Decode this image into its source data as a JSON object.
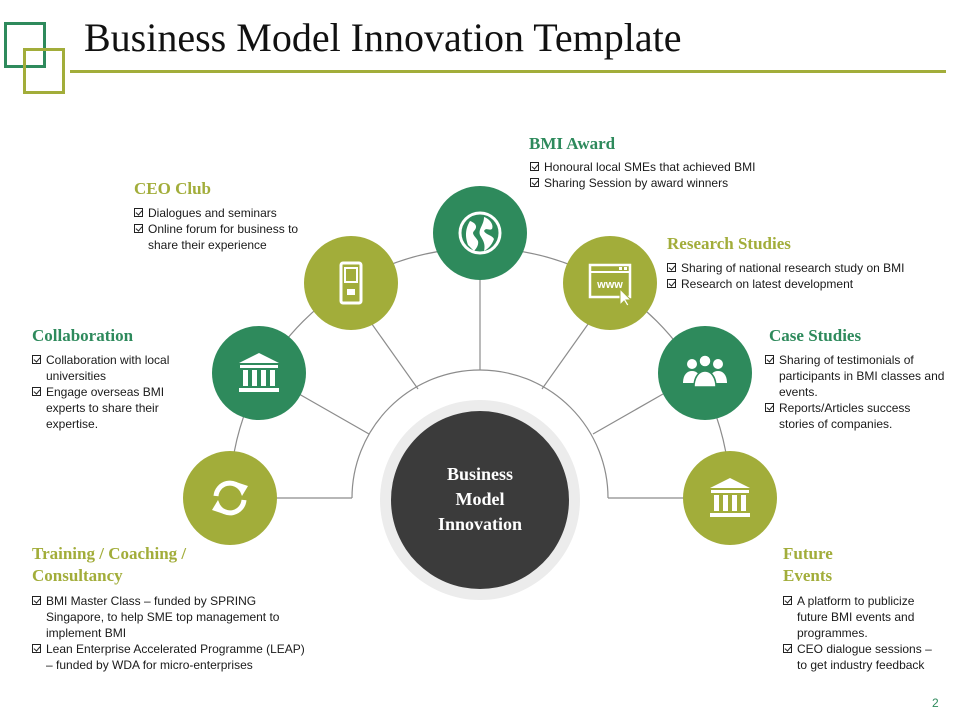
{
  "title": "Business Model Innovation Template",
  "center": {
    "line1": "Business",
    "line2": "Model",
    "line3": "Innovation"
  },
  "colors": {
    "green": "#a2ad3a",
    "teal": "#2e8a5c",
    "dark": "#3b3b3b"
  },
  "sections": {
    "bmi_award": {
      "heading": "BMI Award",
      "icon": "globe-icon",
      "bullets": [
        "Honoural local SMEs that achieved BMI",
        "Sharing Session by award winners"
      ]
    },
    "ceo_club": {
      "heading": "CEO Club",
      "icon": "phone-icon",
      "bullets": [
        "Dialogues and seminars",
        "Online forum for business to share their experience"
      ]
    },
    "research_studies": {
      "heading": "Research Studies",
      "icon": "www-browser-icon",
      "bullets": [
        "Sharing of national research study on BMI",
        "Research on latest development"
      ]
    },
    "collaboration": {
      "heading": "Collaboration",
      "icon": "building-icon",
      "bullets": [
        "Collaboration with local universities",
        "Engage overseas BMI experts to share their expertise."
      ]
    },
    "case_studies": {
      "heading": "Case Studies",
      "icon": "people-group-icon",
      "bullets": [
        "Sharing of testimonials of participants in BMI classes and events.",
        "Reports/Articles success stories of companies."
      ]
    },
    "training": {
      "heading_line1": "Training / Coaching /",
      "heading_line2": "Consultancy",
      "icon": "refresh-icon",
      "bullets": [
        "BMI Master Class – funded by SPRING Singapore, to help SME top management to implement BMI",
        "Lean Enterprise Accelerated Programme (LEAP) – funded by WDA for micro-enterprises"
      ]
    },
    "future_events": {
      "heading_line1": "Future",
      "heading_line2": "Events",
      "icon": "building-icon",
      "bullets": [
        "A platform to publicize future BMI events and programmes.",
        "CEO dialogue sessions – to get industry feedback"
      ]
    }
  },
  "page_number": "2"
}
